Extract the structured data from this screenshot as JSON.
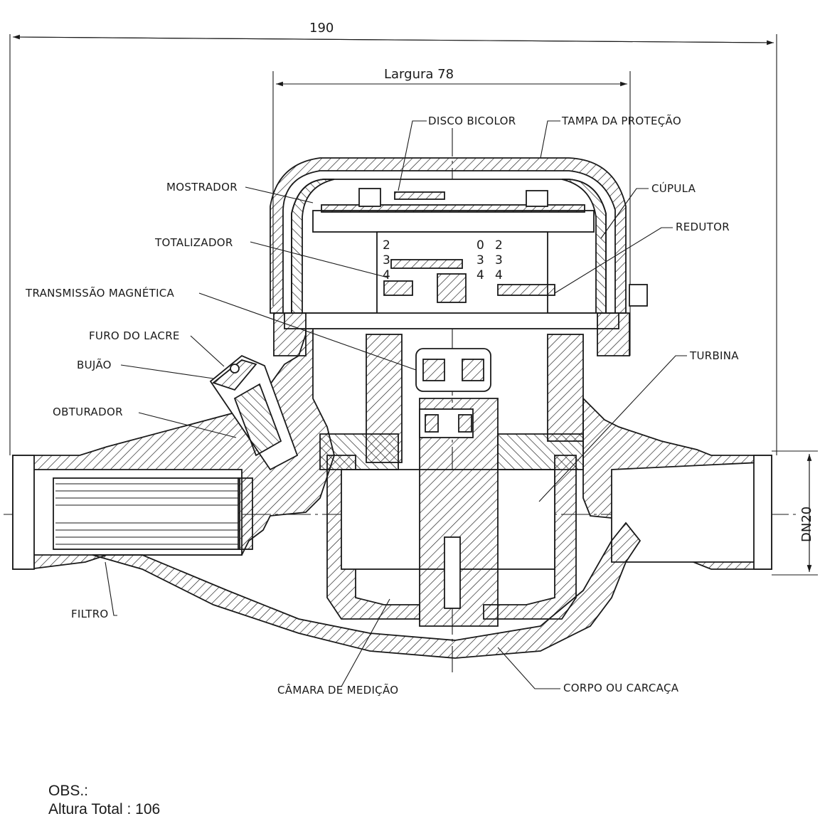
{
  "dimensions": {
    "total_length": "190",
    "width": "Largura 78",
    "nominal_diameter": "DN20"
  },
  "labels": {
    "disco_bicolor": "DISCO BICOLOR",
    "tampa_protecao": "TAMPA DA PROTEÇÃO",
    "mostrador": "MOSTRADOR",
    "cupula": "CÚPULA",
    "totalizador": "TOTALIZADOR",
    "redutor": "REDUTOR",
    "transmissao_magnetica": "TRANSMISSÃO MAGNÉTICA",
    "furo_lacre": "FURO DO LACRE",
    "bujao": "BUJÃO",
    "turbina": "TURBINA",
    "obturador": "OBTURADOR",
    "filtro": "FILTRO",
    "camara_medicao": "CÂMARA DE MEDIÇÃO",
    "corpo_carcaca": "CORPO OU CARCAÇA"
  },
  "register_digits": {
    "left_column": [
      "2",
      "3",
      "4"
    ],
    "right_column_a": [
      "0",
      "3",
      "4"
    ],
    "right_column_b": [
      "2",
      "3",
      "4"
    ]
  },
  "notes": {
    "title": "OBS.:",
    "text": "Altura Total : 106"
  }
}
